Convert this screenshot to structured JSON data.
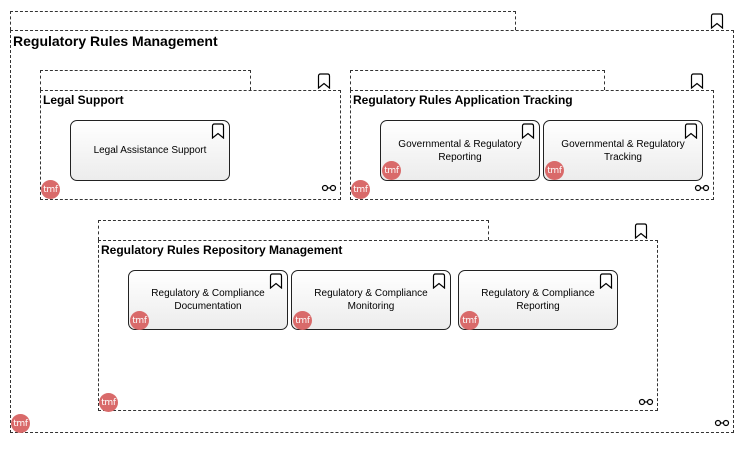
{
  "groups": {
    "outer": {
      "title": "Regulatory Rules Management"
    },
    "legal": {
      "title": "Legal Support"
    },
    "tracking": {
      "title": "Regulatory Rules Application Tracking"
    },
    "repository": {
      "title": "Regulatory Rules Repository Management"
    }
  },
  "components": {
    "legal_assistance": "Legal Assistance Support",
    "gov_reporting": "Governmental & Regulatory\nReporting",
    "gov_tracking": "Governmental & Regulatory\nTracking",
    "doc": "Regulatory & Compliance\nDocumentation",
    "monitoring": "Regulatory & Compliance\nMonitoring",
    "reporting": "Regulatory & Compliance\nReporting"
  },
  "badge_text": "tmf",
  "colors": {
    "badge": "#d96a6a",
    "border": "#333333"
  },
  "icons": {
    "bookmark": "bookmark-icon",
    "link": "link-icon"
  }
}
